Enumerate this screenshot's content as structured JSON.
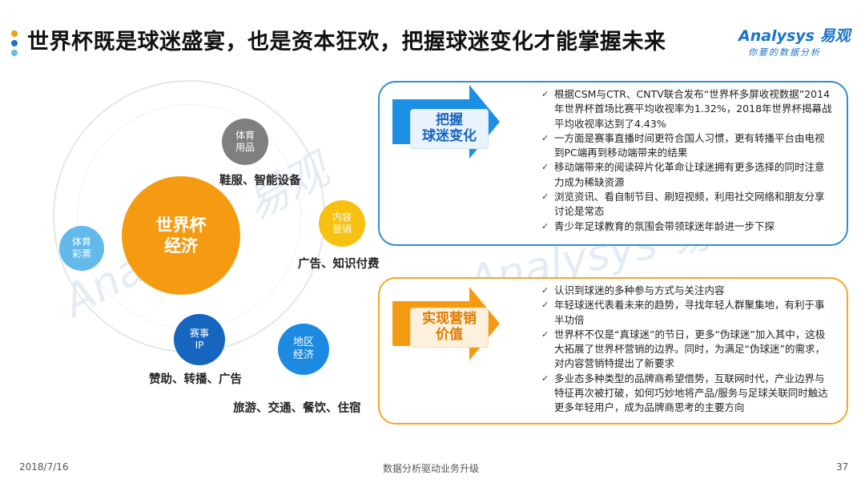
{
  "header": {
    "title": "世界杯既是球迷盛宴，也是资本狂欢，把握球迷变化才能掌握未来",
    "dot_colors": [
      "#f59b12",
      "#1a73c9",
      "#62b9ea"
    ]
  },
  "logo": {
    "brand": "Analysys 易观",
    "slogan": "你要的数据分析"
  },
  "diagram": {
    "center": [
      "世界杯",
      "经济"
    ],
    "nodes": {
      "tiyu": [
        "体育",
        "用品"
      ],
      "neirong": [
        "内容",
        "营销"
      ],
      "caipiao": [
        "体育",
        "彩票"
      ],
      "saishi": [
        "赛事",
        "IP"
      ],
      "diqu": [
        "地区",
        "经济"
      ]
    },
    "labels": {
      "tiyu": "鞋服、智能设备",
      "neirong": "广告、知识付费",
      "saishi": "赞助、转播、广告",
      "diqu": "旅游、交通、餐饮、住宿"
    }
  },
  "panel1": {
    "label": [
      "把握",
      "球迷变化"
    ],
    "items": [
      "根据CSM与CTR、CNTV联合发布“世界杯多屏收视数据”2014年世界杯首场比赛平均收视率为1.32%，2018年世界杯揭幕战平均收视率达到了4.43%",
      "一方面是赛事直播时间更符合国人习惯，更有转播平台由电视到PC端再到移动端带来的结果",
      "移动端带来的阅读碎片化革命让球迷拥有更多选择的同时注意力成为稀缺资源",
      "浏览资讯、看自制节目、刷短视频，利用社交网络和朋友分享讨论是常态",
      "青少年足球教育的氛围会带领球迷年龄进一步下探"
    ]
  },
  "panel2": {
    "label": [
      "实现营销",
      "价值"
    ],
    "items": [
      "认识到球迷的多种参与方式与关注内容",
      "年轻球迷代表着未来的趋势，寻找年轻人群聚集地，有利于事半功倍",
      "世界杯不仅是“真球迷”的节日，更多“伪球迷”加入其中，这极大拓展了世界杯营销的边界。同时，为满足“伪球迷”的需求，对内容营销特提出了新要求",
      "多业态多种类型的品牌商希望借势，互联网时代，产业边界与特征再次被打破，如何巧妙地将产品/服务与足球关联同时触达更多年轻用户，成为品牌商思考的主要方向"
    ]
  },
  "footer": {
    "date": "2018/7/16",
    "slogan": "数据分析驱动业务升级",
    "page": "37"
  },
  "colors": {
    "orange": "#f59b12",
    "blue": "#1a73c9",
    "panel1_border": "#2f8ed6",
    "panel2_border": "#f5a623"
  }
}
